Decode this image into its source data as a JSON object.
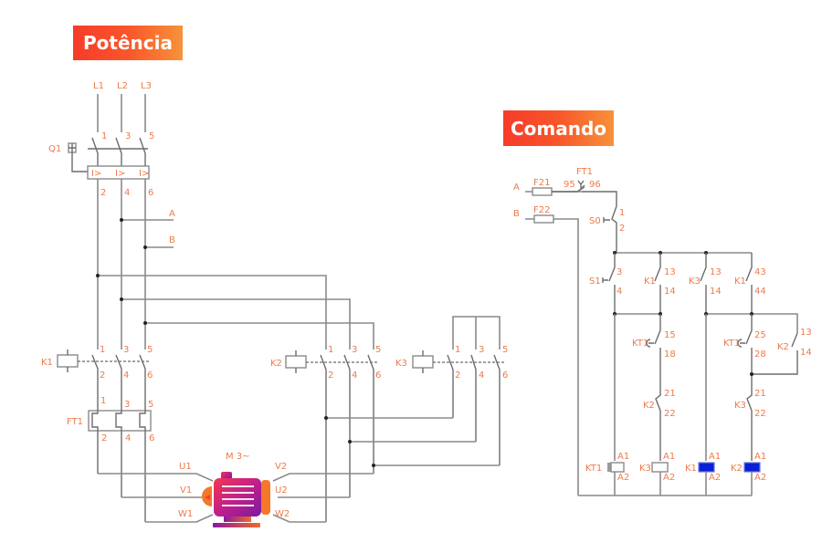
{
  "titles": {
    "power": "Potência",
    "control": "Comando"
  },
  "colors": {
    "label": "#ee7a4c",
    "title_gradient": [
      "#f73b2a",
      "#f7923a"
    ],
    "wire": "#8a8a8a",
    "active_coil": "#0a1fd6"
  },
  "power": {
    "phases": [
      "L1",
      "L2",
      "L3"
    ],
    "breaker": {
      "name": "Q1",
      "in": [
        "1",
        "3",
        "5"
      ],
      "out": [
        "2",
        "4",
        "6"
      ],
      "trip": "I>"
    },
    "taps": [
      "A",
      "B"
    ],
    "contactors": [
      {
        "name": "K1",
        "in": [
          "1",
          "3",
          "5"
        ],
        "out": [
          "2",
          "4",
          "6"
        ]
      },
      {
        "name": "K2",
        "in": [
          "1",
          "3",
          "5"
        ],
        "out": [
          "2",
          "4",
          "6"
        ]
      },
      {
        "name": "K3",
        "in": [
          "1",
          "3",
          "5"
        ],
        "out": [
          "2",
          "4",
          "6"
        ]
      }
    ],
    "overload": {
      "name": "FT1",
      "in": [
        "1",
        "3",
        "5"
      ],
      "out": [
        "2",
        "4",
        "6"
      ]
    },
    "motor": {
      "name": "M 3~",
      "left": [
        "U1",
        "V1",
        "W1"
      ],
      "right": [
        "V2",
        "U2",
        "W2"
      ]
    }
  },
  "control": {
    "inputs": [
      "A",
      "B"
    ],
    "fuses": [
      "F21",
      "F22"
    ],
    "ft1": {
      "name": "FT1",
      "a": "95",
      "b": "96"
    },
    "s0": {
      "name": "S0",
      "a": "1",
      "b": "2"
    },
    "s1": {
      "name": "S1",
      "a": "3",
      "b": "4"
    },
    "k1_seal": {
      "name": "K1",
      "a": "13",
      "b": "14"
    },
    "k3_seal": {
      "name": "K3",
      "a": "13",
      "b": "14"
    },
    "k1_aux": {
      "name": "K1",
      "a": "43",
      "b": "44"
    },
    "kt1_a": {
      "name": "KT1",
      "a": "15",
      "b": "18"
    },
    "kt1_b": {
      "name": "KT1",
      "a": "25",
      "b": "28"
    },
    "k2_no": {
      "name": "K2",
      "a": "13",
      "b": "14"
    },
    "k2_nc": {
      "name": "K2",
      "a": "21",
      "b": "22"
    },
    "k3_nc": {
      "name": "K3",
      "a": "21",
      "b": "22"
    },
    "coils": [
      {
        "name": "KT1",
        "a": "A1",
        "b": "A2",
        "active": false
      },
      {
        "name": "K3",
        "a": "A1",
        "b": "A2",
        "active": false
      },
      {
        "name": "K1",
        "a": "A1",
        "b": "A2",
        "active": true
      },
      {
        "name": "K2",
        "a": "A1",
        "b": "A2",
        "active": true
      }
    ]
  }
}
